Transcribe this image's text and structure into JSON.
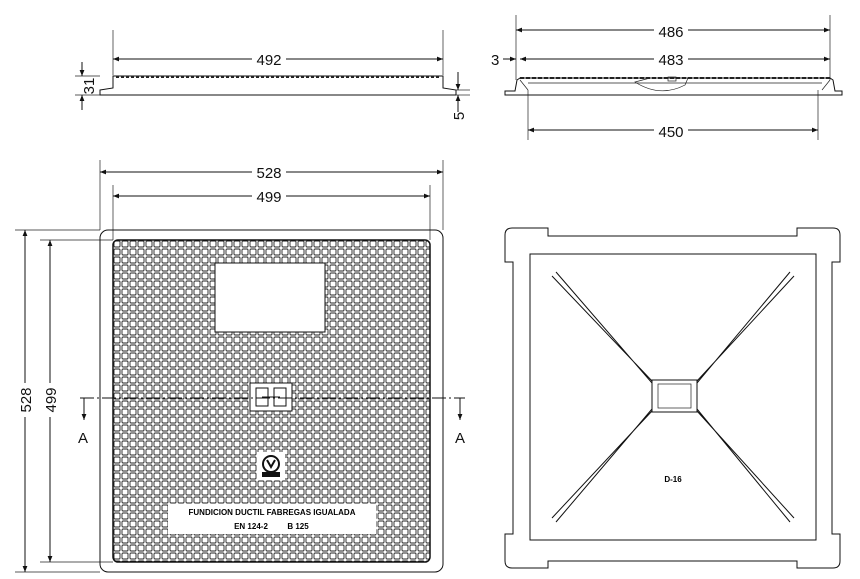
{
  "side_view_left": {
    "width_dim": "492",
    "height_dim": "31",
    "offset_dim": "5"
  },
  "side_view_right": {
    "outer_dim": "486",
    "inner_dim": "483",
    "gap_dim": "3",
    "bottom_dim": "450"
  },
  "plan_view": {
    "outer_width_dim": "528",
    "inner_width_dim": "499",
    "outer_height_dim": "528",
    "inner_height_dim": "499",
    "section_label_left": "A",
    "section_label_right": "A",
    "cover_text_line1": "FUNDICION DUCTIL FABREGAS IGUALADA",
    "cover_text_line2": "EN 124-2",
    "cover_text_class": "B 125"
  },
  "underside_view": {
    "mark": "D-16"
  },
  "colors": {
    "line": "#111111",
    "background": "#ffffff"
  }
}
